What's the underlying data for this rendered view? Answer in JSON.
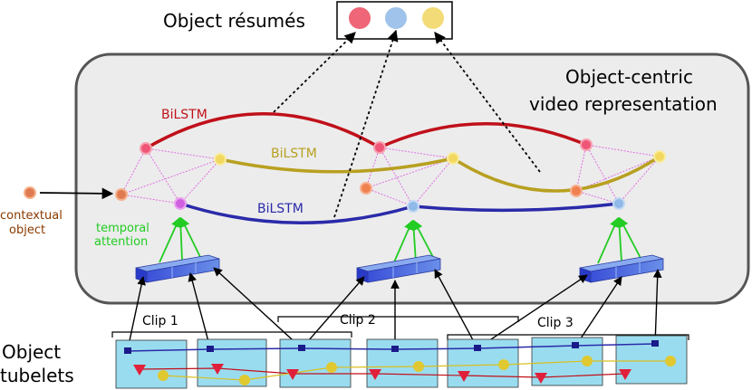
{
  "titles": {
    "resumes": "Object résumés",
    "representation_line1": "Object-centric",
    "representation_line2": "video representation",
    "tubelets_line1": "Object",
    "tubelets_line2": "tubelets"
  },
  "bilstm": {
    "red": "BiLSTM",
    "olive": "BiLSTM",
    "blue": "BiLSTM"
  },
  "attention": {
    "line1": "temporal",
    "line2": "attention"
  },
  "contextual": {
    "line1": "contextual",
    "line2": "object"
  },
  "clips": [
    "Clip 1",
    "Clip 2",
    "Clip 3"
  ],
  "colors": {
    "red": "#c0101a",
    "olive": "#b8a020",
    "blue": "#2a2aaa",
    "attention": "#22cc22",
    "context_text": "#8a3a00",
    "resume_red": "#ee6677",
    "resume_blue": "#9fc3ea",
    "resume_yellow": "#f3dc77",
    "frame": "#9adcef",
    "pink_edge": "#e070e0",
    "panel_fill": "#ececec",
    "panel_stroke": "#555555"
  }
}
